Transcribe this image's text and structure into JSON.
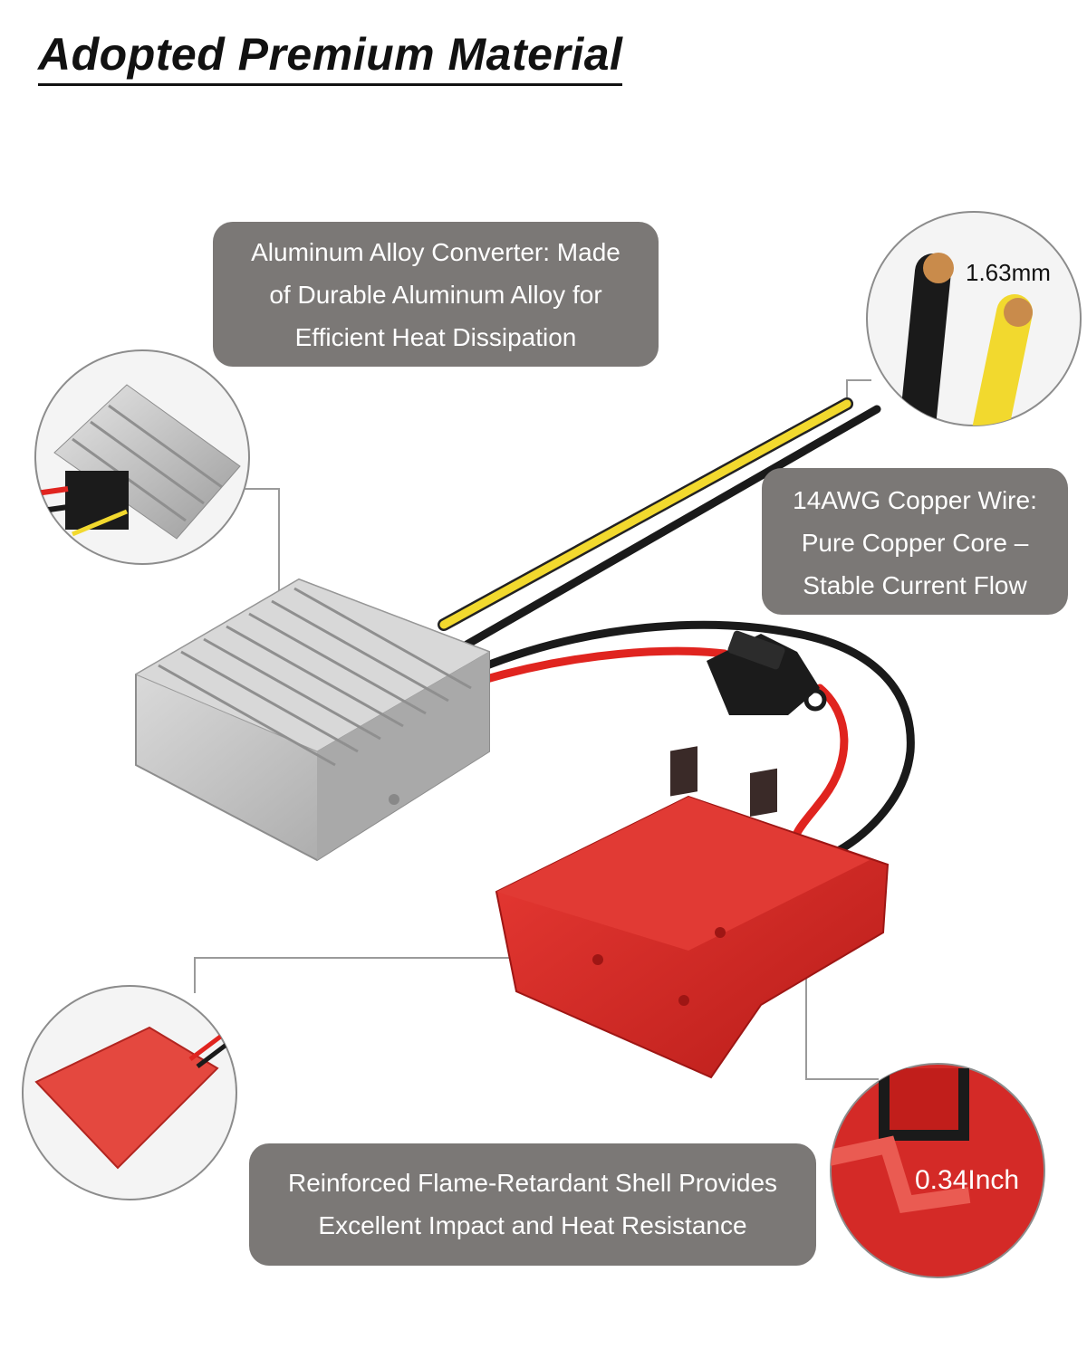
{
  "page": {
    "title": "Adopted Premium Material"
  },
  "callouts": {
    "converter": {
      "lines": [
        "Aluminum Alloy Converter: Made",
        "of Durable Aluminum Alloy for",
        "Efficient Heat Dissipation"
      ]
    },
    "wire": {
      "lines": [
        "14AWG Copper Wire:",
        "Pure Copper Core –",
        "Stable Current Flow"
      ]
    },
    "shell": {
      "lines": [
        "Reinforced Flame-Retardant Shell Provides",
        "Excellent Impact and Heat Resistance"
      ]
    }
  },
  "measurements": {
    "wire_diameter": "1.63mm",
    "shell_thickness": "0.34Inch"
  },
  "colors": {
    "callout_bg": "#7b7876",
    "red_shell": "#d42a27",
    "aluminum": "#bdbdbd",
    "wire_yellow": "#f2d92e",
    "wire_black": "#1a1a1a",
    "wire_red": "#e0241f"
  }
}
